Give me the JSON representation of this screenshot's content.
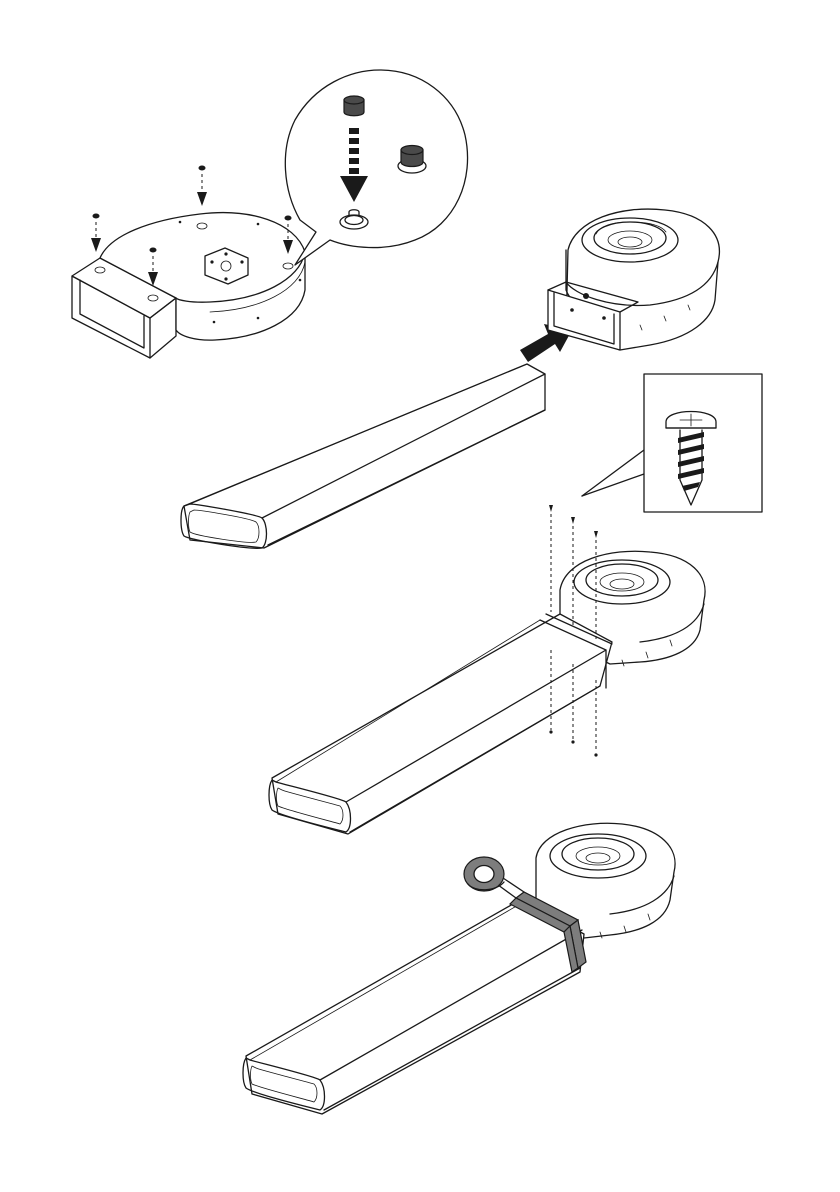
{
  "document": {
    "type": "installation-diagram",
    "steps": [
      {
        "step": "fit-rubber-feet",
        "parts": [
          "motor-housing",
          "rubber-foot"
        ]
      },
      {
        "step": "attach-duct",
        "parts": [
          "motor-housing",
          "flat-duct"
        ]
      },
      {
        "step": "screw-duct",
        "parts": [
          "flat-duct",
          "self-tapping-screw"
        ]
      },
      {
        "step": "tape-joint",
        "parts": [
          "flat-duct",
          "adhesive-tape"
        ]
      }
    ]
  },
  "colors": {
    "line": "#1a1a1a",
    "tape": "#7d7d7d",
    "foot": "#4a4a4a",
    "background": "#ffffff"
  }
}
